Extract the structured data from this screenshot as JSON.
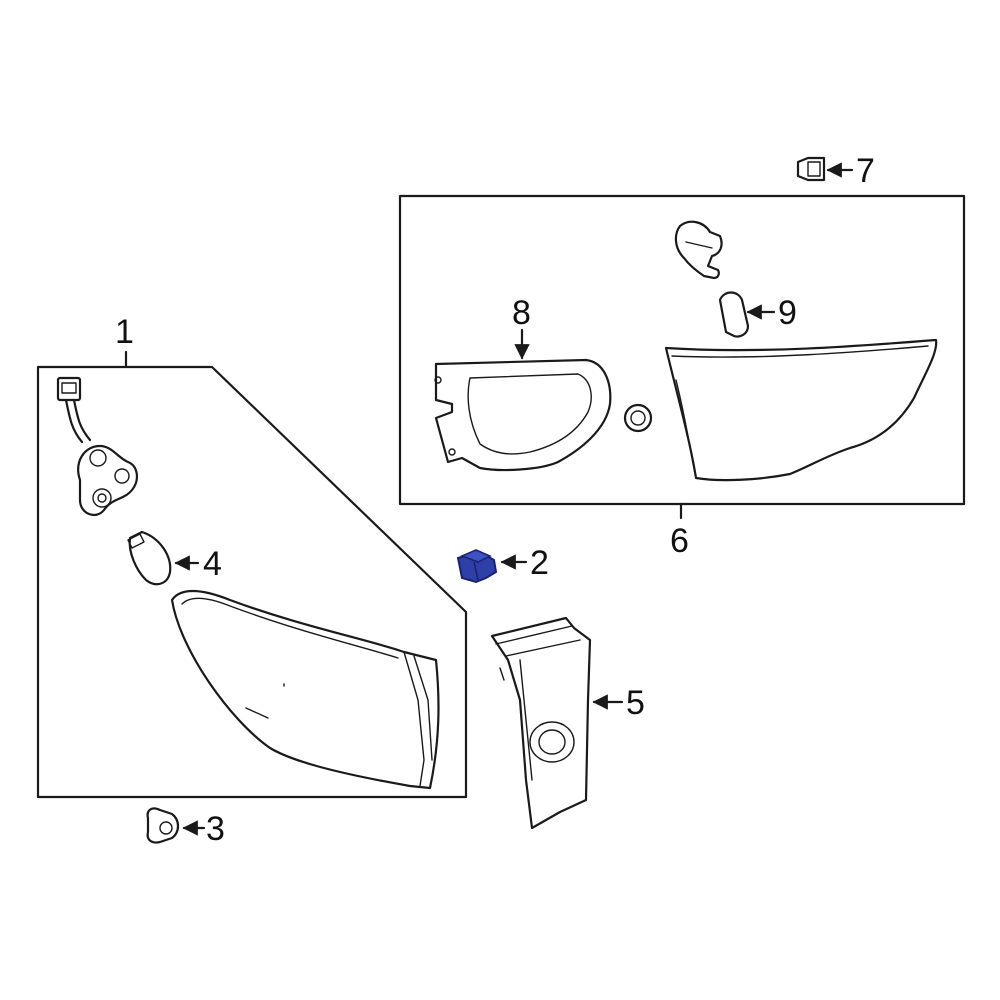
{
  "callouts": {
    "c1": "1",
    "c2": "2",
    "c3": "3",
    "c4": "4",
    "c5": "5",
    "c6": "6",
    "c7": "7",
    "c8": "8",
    "c9": "9"
  },
  "colors": {
    "line": "#1a1a1a",
    "highlight_fill": "#2f3fa8",
    "highlight_stroke": "#18226e",
    "background": "#ffffff"
  }
}
